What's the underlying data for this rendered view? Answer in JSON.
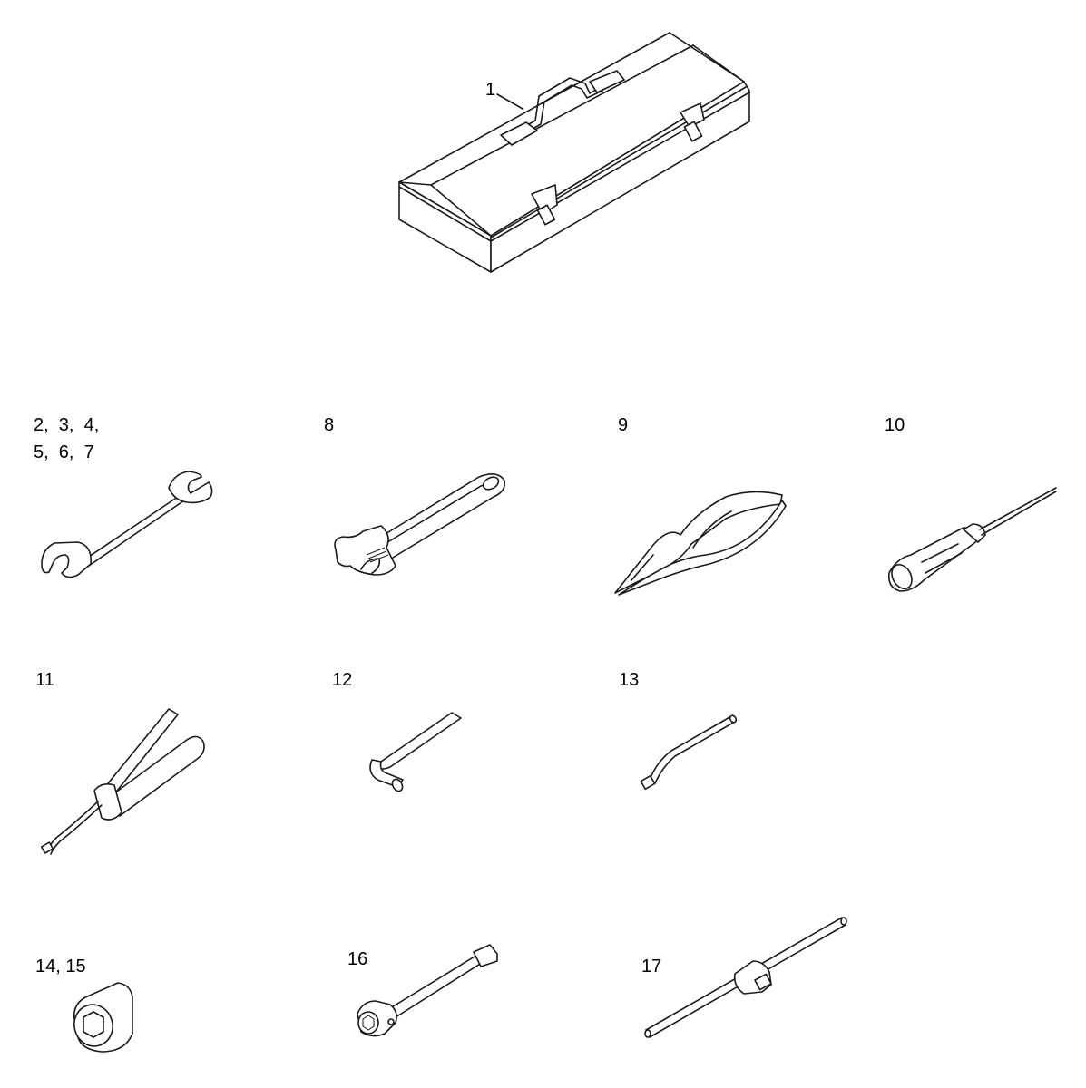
{
  "parts": [
    {
      "id": "toolbox",
      "label": "1"
    },
    {
      "id": "wrench",
      "label_line1": "2,  3,  4,",
      "label_line2": "5,  6,  7"
    },
    {
      "id": "adjustable-wrench",
      "label": "8"
    },
    {
      "id": "pliers",
      "label": "9"
    },
    {
      "id": "screwdriver",
      "label": "10"
    },
    {
      "id": "grease-gun",
      "label": "11"
    },
    {
      "id": "hex-key",
      "label": "12"
    },
    {
      "id": "bar",
      "label": "13"
    },
    {
      "id": "socket",
      "label": "14, 15"
    },
    {
      "id": "socket-wrench",
      "label": "16"
    },
    {
      "id": "t-handle-wrench",
      "label": "17"
    }
  ]
}
